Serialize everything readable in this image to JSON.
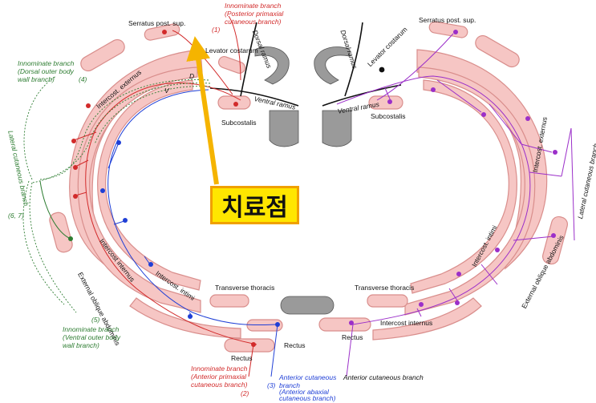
{
  "colors": {
    "muscle_fill": "#f6c6c4",
    "muscle_stroke": "#d98e8c",
    "nerve_red": "#d22b2b",
    "nerve_purple": "#9b2fc9",
    "nerve_blue": "#1f3fd6",
    "nerve_green": "#2e7d32",
    "bone": "#9a9a9a",
    "callout_fill": "#ffe600",
    "callout_border": "#f0a000"
  },
  "callout": {
    "text": "치료점"
  },
  "labels": {
    "serratus_left": "Serratus post. sup.",
    "serratus_right": "Serratus post. sup.",
    "innominate_posterior_1": "Innominate branch",
    "innominate_posterior_2": "(Posterior primaxial",
    "innominate_posterior_3": "cutaneous branch)",
    "num_1": "(1)",
    "dorsal_ramus_left": "Dorsal ramus",
    "dorsal_ramus_right": "Dorsal ramus",
    "levator_left": "Levator costarum",
    "levator_right": "Levator costarum",
    "d_letter": "D",
    "v_letter": "V",
    "ventral_ramus_left": "Ventral ramus",
    "ventral_ramus_right": "Ventral ramus",
    "subcostalis_left": "Subcostalis",
    "subcostalis_right": "Subcostalis",
    "innominate_dorsal_1": "Innominate branch",
    "innominate_dorsal_2": "(Dorsal outer body",
    "innominate_dorsal_3": "wall branch)",
    "num_4": "(4)",
    "intercost_externus_left": "Intercost. externus",
    "intercost_externus_right": "Intercost. externus",
    "lateral_cutaneous_left": "Lateral cutaneous branch",
    "lateral_cutaneous_right": "Lateral cutaneous branch",
    "num_6_7": "(6, 7)",
    "intercost_internus_left": "Intercost internus",
    "intercost_internus_right": "Intercost internus",
    "intercost_intimi_left": "Intercost. intimi",
    "intercost_intimi_right": "Intercost. intimi",
    "external_oblique_left": "External oblique abdominis",
    "external_oblique_right": "External oblique abdominis",
    "transverse_left": "Transverse thoracis",
    "transverse_right": "Transverse thoracis",
    "num_5": "(5)",
    "innominate_ventral_1": "Innominate branch",
    "innominate_ventral_2": "(Ventral outer body",
    "innominate_ventral_3": "wall branch)",
    "rectus_left": "Rectus",
    "rectus_mid": "Rectus",
    "rectus_right": "Rectus",
    "innominate_anterior_1": "Innominate branch",
    "innominate_anterior_2": "(Anterior primaxial",
    "innominate_anterior_3": "cutaneous branch)",
    "num_2": "(2)",
    "num_3": "(3)",
    "anterior_cut_blue_1": "Anterior cutaneous",
    "anterior_cut_blue_2": "branch",
    "anterior_cut_blue_3": "(Anterior abaxial",
    "anterior_cut_blue_4": "cutaneous branch)",
    "anterior_cut_right": "Anterior cutaneous branch"
  }
}
